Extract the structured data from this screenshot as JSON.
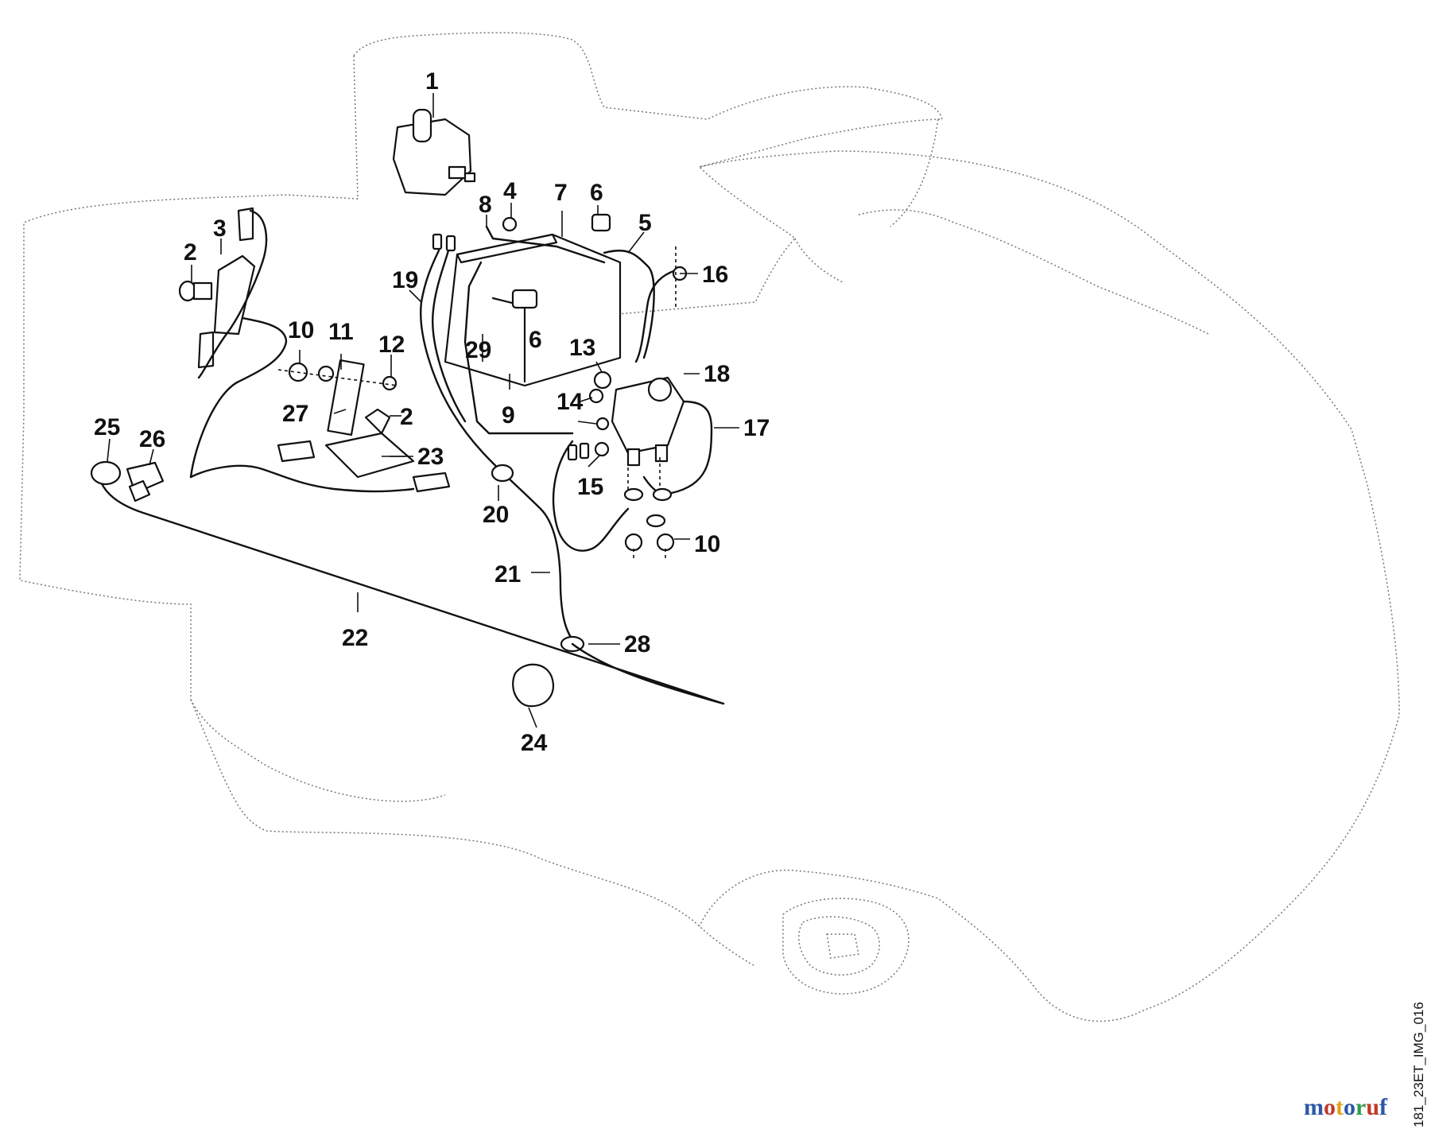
{
  "diagram": {
    "callouts": [
      "1",
      "2",
      "3",
      "4",
      "5",
      "6",
      "6",
      "7",
      "8",
      "9",
      "10",
      "10",
      "11",
      "12",
      "13",
      "14",
      "15",
      "16",
      "17",
      "18",
      "19",
      "2",
      "20",
      "21",
      "22",
      "23",
      "24",
      "25",
      "26",
      "27",
      "28",
      "29"
    ],
    "image_code": "181_23ET_IMG_016",
    "brand": {
      "letters": [
        "m",
        "o",
        "t",
        "o",
        "r",
        "u",
        "f"
      ],
      "colors": [
        "#2b57a8",
        "#c0392b",
        "#e0a020",
        "#2b57a8",
        "#2e9e4d",
        "#c0392b",
        "#2b57a8"
      ]
    }
  }
}
